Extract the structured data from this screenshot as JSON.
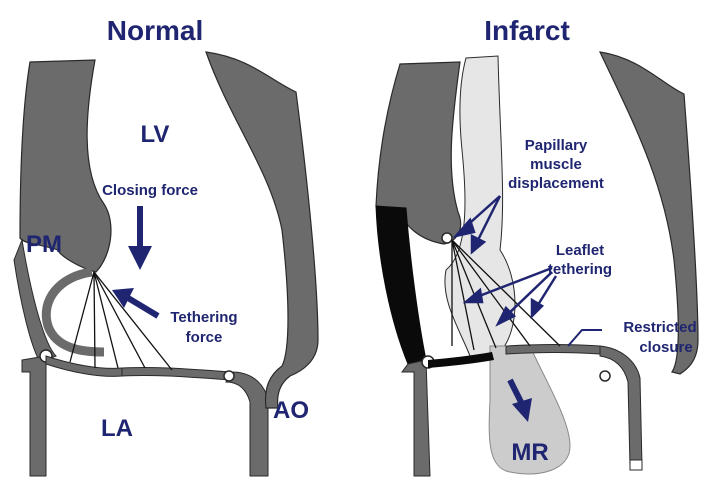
{
  "titles": {
    "normal": "Normal",
    "infarct": "Infarct"
  },
  "normal": {
    "lv": "LV",
    "pm": "PM",
    "la": "LA",
    "ao": "AO",
    "closing_force": "Closing force",
    "tethering_line1": "Tethering",
    "tethering_line2": "force"
  },
  "infarct": {
    "papillary_line1": "Papillary",
    "papillary_line2": "muscle",
    "papillary_line3": "displacement",
    "leaflet_line1": "Leaflet",
    "leaflet_line2": "tethering",
    "restricted_line1": "Restricted",
    "restricted_line2": "closure",
    "mr": "MR"
  },
  "colors": {
    "tissue": "#6b6b6b",
    "text": "#1f2570",
    "pale": "#e6e6e6",
    "jet": "#cccccc",
    "infarct": "#0a0a0a"
  }
}
